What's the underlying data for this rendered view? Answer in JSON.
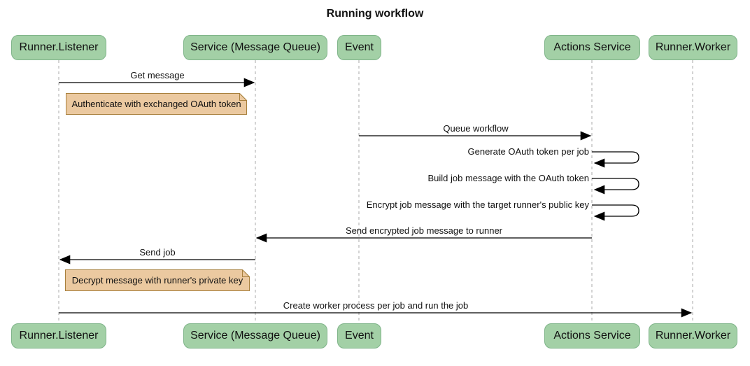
{
  "title": "Running workflow",
  "participants": [
    {
      "label": "Runner.Listener"
    },
    {
      "label": "Service (Message Queue)"
    },
    {
      "label": "Event"
    },
    {
      "label": "Actions Service"
    },
    {
      "label": "Runner.Worker"
    }
  ],
  "messages": [
    {
      "label": "Get message",
      "from": "Runner.Listener",
      "to": "Service (Message Queue)",
      "kind": "solid-arrow"
    },
    {
      "label": "Queue workflow",
      "from": "Event",
      "to": "Actions Service",
      "kind": "solid-arrow"
    },
    {
      "label": "Generate OAuth token per job",
      "from": "Actions Service",
      "to": "Actions Service",
      "kind": "self-arrow"
    },
    {
      "label": "Build job message with the OAuth token",
      "from": "Actions Service",
      "to": "Actions Service",
      "kind": "self-arrow"
    },
    {
      "label": "Encrypt job message with the target runner's public key",
      "from": "Actions Service",
      "to": "Actions Service",
      "kind": "self-arrow"
    },
    {
      "label": "Send encrypted job message to runner",
      "from": "Actions Service",
      "to": "Service (Message Queue)",
      "kind": "solid-arrow"
    },
    {
      "label": "Send job",
      "from": "Service (Message Queue)",
      "to": "Runner.Listener",
      "kind": "solid-arrow"
    },
    {
      "label": "Create worker process per job and run the job",
      "from": "Runner.Listener",
      "to": "Runner.Worker",
      "kind": "solid-arrow"
    }
  ],
  "notes": [
    {
      "text": "Authenticate with exchanged OAuth token",
      "position": "right of Runner.Listener"
    },
    {
      "text": "Decrypt message with runner's private key",
      "position": "right of Runner.Listener"
    }
  ],
  "colors": {
    "actor_fill": "#a3d0a6",
    "actor_border": "#7fb489",
    "note_fill": "#ebc9a0",
    "note_border": "#a8803d",
    "lifeline": "#aaaaaa",
    "arrow": "#000000",
    "text": "#111111",
    "background": "#ffffff"
  }
}
